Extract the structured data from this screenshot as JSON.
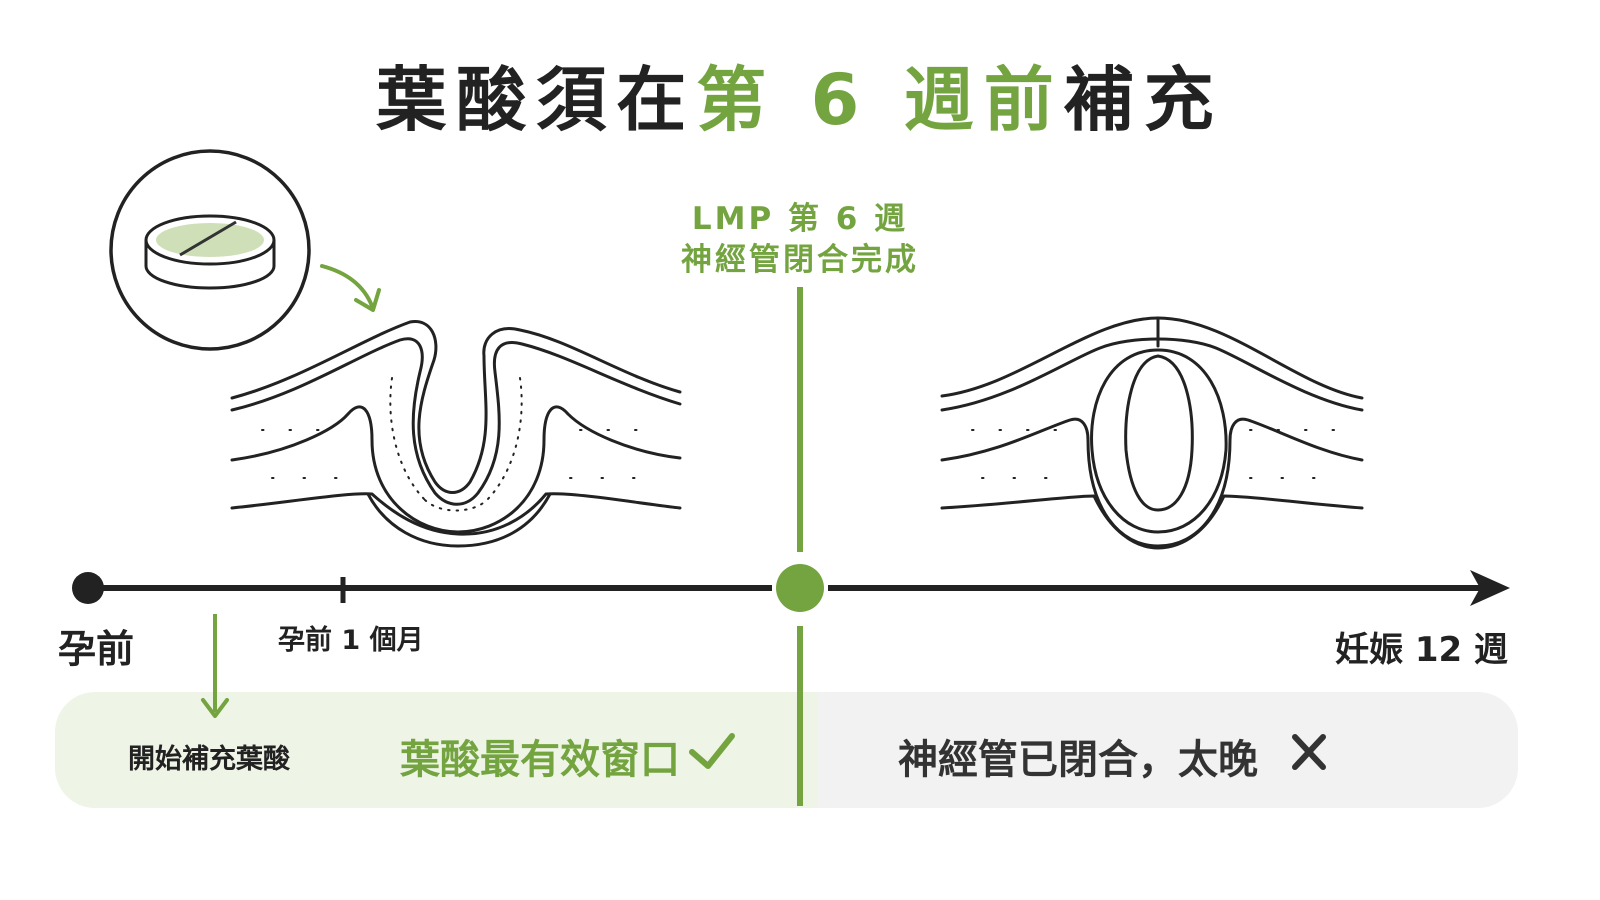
{
  "title": {
    "part1": "葉酸須在",
    "highlight": "第 6 週前",
    "part2": "補充"
  },
  "milestone": {
    "week_label": "LMP 第 6 週",
    "event_label": "神經管閉合完成"
  },
  "timeline": {
    "start_label": "孕前",
    "month_label": "孕前 1 個月",
    "end_label": "妊娠 12 週"
  },
  "zones": {
    "start_supplement_label": "開始補充葉酸",
    "effective_label": "葉酸最有效窗口",
    "effective_icon": "check-icon",
    "late_label": "神經管已閉合，太晚",
    "late_icon": "cross-icon"
  },
  "illustrations": {
    "pill_icon": "folic-acid-pill-icon",
    "open_neural_tube": "neural-groove-open-icon",
    "closed_neural_tube": "neural-tube-closed-icon"
  },
  "colors": {
    "accent_green": "#74a440",
    "light_green_zone": "#eef4e6",
    "gray_zone": "#f2f2f2",
    "ink": "#222222"
  }
}
